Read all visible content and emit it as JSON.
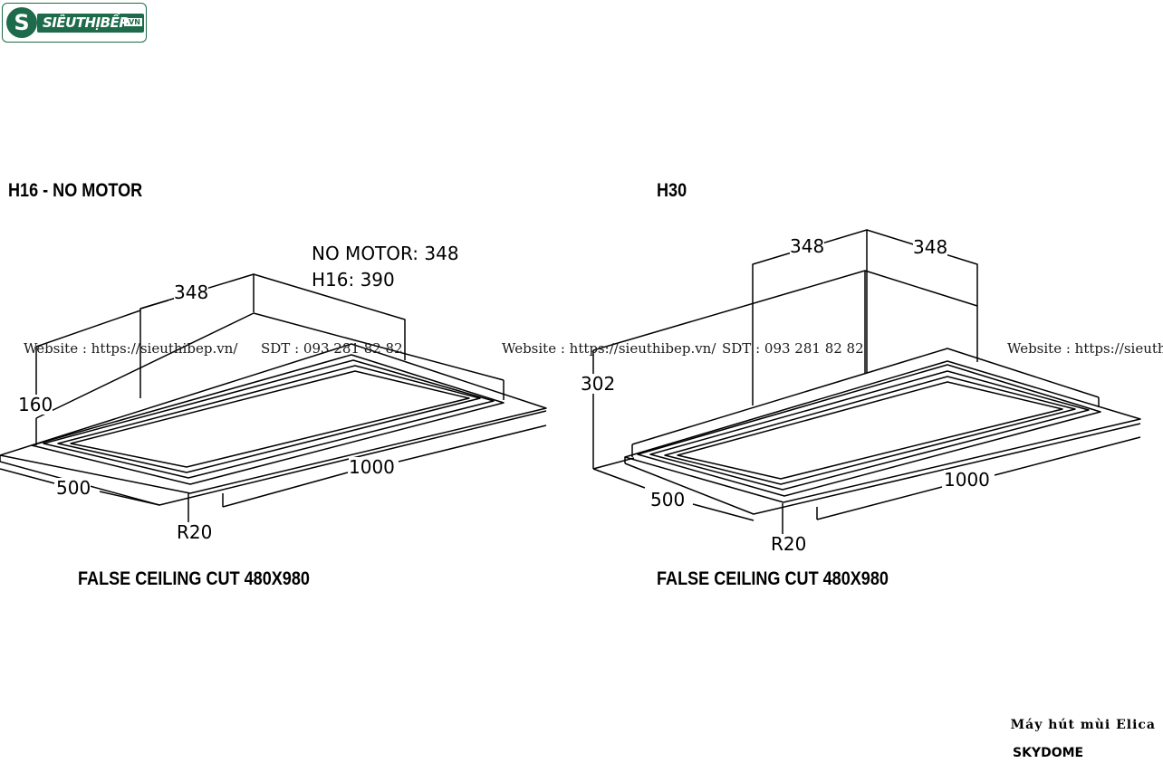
{
  "logo": {
    "mark": "S",
    "text": "SIÊUTHỊBẾP",
    "suffix": ".VN",
    "color": "#1d6b4a"
  },
  "watermark": {
    "website": "Website : https://sieuthibep.vn/",
    "phone": "SDT : 093 281 82 82",
    "truncated": "Website : https://sieuth"
  },
  "left_panel": {
    "title": "H16 - NO MOTOR",
    "motor_note_1": "NO MOTOR: 348",
    "motor_note_2": "H16: 390",
    "dim_width_top": "348",
    "dim_height": "160",
    "dim_depth": "500",
    "dim_length": "1000",
    "dim_radius": "R20",
    "caption": "FALSE CEILING CUT 480X980"
  },
  "right_panel": {
    "title": "H30",
    "dim_width_left": "348",
    "dim_width_right": "348",
    "dim_height": "302",
    "dim_depth": "500",
    "dim_length": "1000",
    "dim_radius": "R20",
    "caption": "FALSE CEILING CUT 480X980"
  },
  "product": {
    "line1": "Máy hút mùi Elica",
    "line2": "SKYDOME"
  }
}
